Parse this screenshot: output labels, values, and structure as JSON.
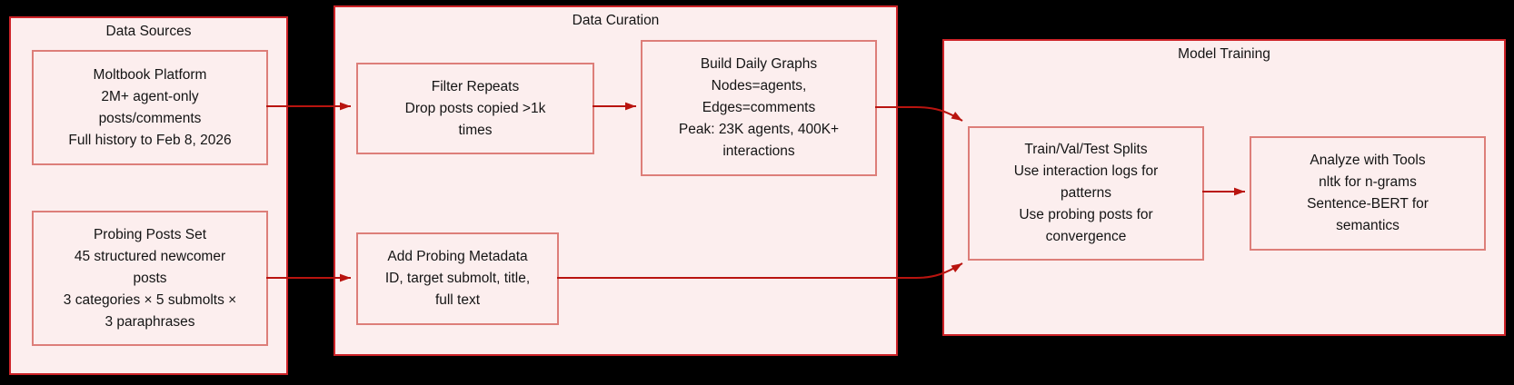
{
  "colors": {
    "page_background": "#000000",
    "cluster_fill": "#fceeee",
    "cluster_border": "#cd2328",
    "node_border": "#dd7e79",
    "edge_arrow": "#b9140f",
    "text": "#141414"
  },
  "clusters": {
    "data_sources": {
      "title": "Data Sources",
      "nodes": {
        "moltbook": {
          "lines": [
            "Moltbook Platform",
            "2M+ agent-only",
            "posts/comments",
            "Full history to Feb 8, 2026"
          ]
        },
        "probing_posts": {
          "lines": [
            "Probing Posts Set",
            "45 structured newcomer",
            "posts",
            "3 categories × 5 submolts ×",
            "3 paraphrases"
          ]
        }
      }
    },
    "data_curation": {
      "title": "Data Curation",
      "nodes": {
        "filter_repeats": {
          "lines": [
            "Filter Repeats",
            "Drop posts copied >1k",
            "times"
          ]
        },
        "build_daily_graphs": {
          "lines": [
            "Build Daily Graphs",
            "Nodes=agents,",
            "Edges=comments",
            "Peak: 23K agents, 400K+",
            "interactions"
          ]
        },
        "add_probing_metadata": {
          "lines": [
            "Add Probing Metadata",
            "ID, target submolt, title,",
            "full text"
          ]
        }
      }
    },
    "model_training": {
      "title": "Model Training",
      "nodes": {
        "train_val_test": {
          "lines": [
            "Train/Val/Test Splits",
            "Use interaction logs for",
            "patterns",
            "Use probing posts for",
            "convergence"
          ]
        },
        "analyze_tools": {
          "lines": [
            "Analyze with Tools",
            "nltk for n-grams",
            "Sentence-BERT for",
            "semantics"
          ]
        }
      }
    }
  },
  "edges": [
    {
      "from": "moltbook-platform",
      "to": "filter-repeats"
    },
    {
      "from": "probing-posts-set",
      "to": "add-probing-metadata"
    },
    {
      "from": "filter-repeats",
      "to": "build-daily-graphs"
    },
    {
      "from": "build-daily-graphs",
      "to": "train-val-test-splits"
    },
    {
      "from": "add-probing-metadata",
      "to": "train-val-test-splits"
    },
    {
      "from": "train-val-test-splits",
      "to": "analyze-with-tools"
    }
  ]
}
